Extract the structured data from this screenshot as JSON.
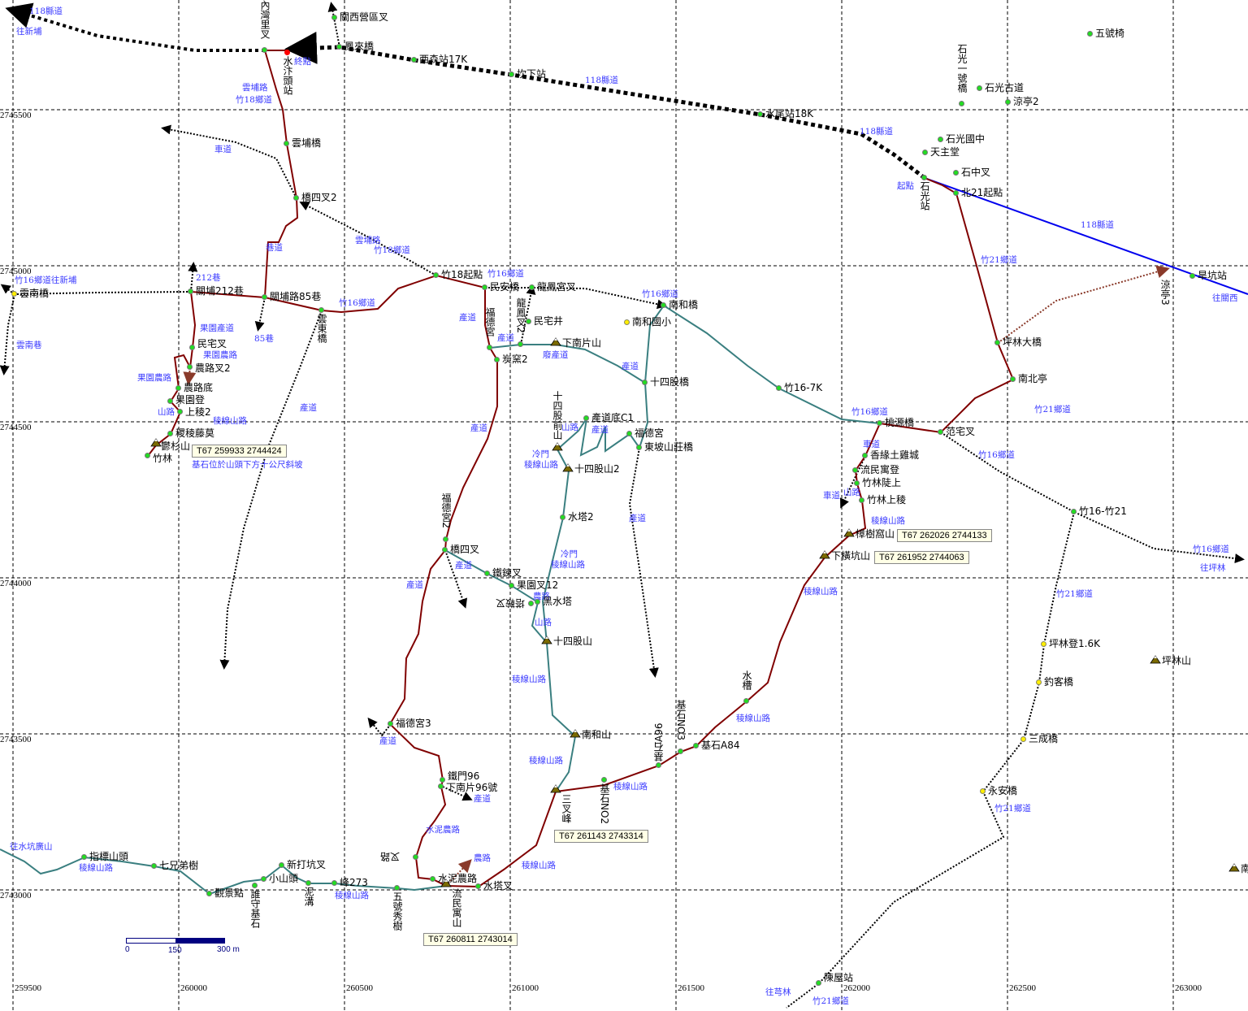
{
  "grid": {
    "x_labels": [
      "259500",
      "260000",
      "260500",
      "261000",
      "261500",
      "262000",
      "262500",
      "263000"
    ],
    "y_labels": [
      "2745500",
      "2745000",
      "2744500",
      "2744000",
      "2743500",
      "2743000"
    ]
  },
  "scale": {
    "zero": "0",
    "mid": "150",
    "max": "300 m"
  },
  "waypoints": [
    "關西營區叉",
    "鳳來橋",
    "西森站17K",
    "坎下站",
    "水尾站18K",
    "五號椅",
    "石光一號橋",
    "石光古道",
    "涼亭2",
    "石光國中",
    "天主堂",
    "石中叉",
    "北21起點",
    "石光站",
    "旱坑站",
    "涼亭3",
    "內灣里叉",
    "水汴頭站",
    "雲埔橋",
    "橋四叉2",
    "竹18起點",
    "民安橋",
    "龍鳳宮叉",
    "雲南橋",
    "關埔212巷",
    "關埔路85巷",
    "雲東橋",
    "民宅叉",
    "農路叉2",
    "農路底",
    "果園登",
    "上稜2",
    "稷稜藤莫",
    "竹林",
    "福德宮",
    "龍鳳叉2",
    "民宅井",
    "炭窯2",
    "南和橋",
    "南和國小",
    "十四股橋",
    "竹16-7K",
    "產道底C1",
    "福德宮",
    "東坡山莊橋",
    "桃源橋",
    "范宅叉",
    "香緣土雞城",
    "流民寓登",
    "竹林陡上",
    "竹林上稜",
    "坪林大橋",
    "南北亭",
    "竹16-竹21",
    "水塔2",
    "福德宮2",
    "橋四叉",
    "鐵鍊叉",
    "果園叉12",
    "坪林登1.6K",
    "釣客橋",
    "三成橋",
    "永安橋",
    "陳屋站",
    "福德宮3",
    "鐵門96",
    "下南片96號",
    "基石A84",
    "基石NO3",
    "基石A96",
    "基石NO2",
    "水槽",
    "黑水塔",
    "塔鞍叉",
    "指標山頭",
    "七兄弟樹",
    "新打坑叉",
    "小山頭",
    "觀景點",
    "峰273",
    "水泥農路",
    "水塔叉",
    "五號秀樹",
    "誰守基石",
    "泥溝",
    "叉路"
  ],
  "peaks": [
    "鬱杉山",
    "下南片山",
    "十四股前山",
    "十四股山2",
    "十四股山",
    "南和山",
    "三叉峰",
    "流民寓山",
    "樟樹窩山",
    "下橫坑山",
    "坪林山",
    "南"
  ],
  "road_labels": [
    "118縣道",
    "往新埔",
    "118縣道",
    "118縣道",
    "118縣道",
    "往關西",
    "終點",
    "起點",
    "雲埔路",
    "竹18鄉道",
    "車道",
    "巷道",
    "雲埔路",
    "竹18鄉道",
    "212巷",
    "竹16鄉道往新埔",
    "竹16鄉道",
    "竹16鄉道",
    "竹21鄉道",
    "竹16鄉道",
    "雲南巷",
    "果園產道",
    "85巷",
    "果園農路",
    "果園農路",
    "產道",
    "產道",
    "廢產道",
    "產道",
    "產道",
    "山路",
    "稜線山路",
    "基石位於山頭下方十公尺斜坡",
    "產道",
    "山路",
    "產道",
    "冷門",
    "稜線山路",
    "竹16鄉道",
    "竹21鄉道",
    "車道",
    "竹16鄉道",
    "車道",
    "山路",
    "稜線山路",
    "產道",
    "冷門",
    "稜線山路",
    "產道",
    "產道",
    "農路",
    "山路",
    "稜線山路",
    "竹16鄉道",
    "往坪林",
    "竹21鄉道",
    "稜線山路",
    "稜線山路",
    "產道",
    "稜線山路",
    "稜線山路",
    "產道",
    "竹21鄉道",
    "水泥農路",
    "農路",
    "稜線山路",
    "往水坑廣山",
    "稜線山路",
    "稜線山路",
    "往芎林",
    "竹21鄉道"
  ],
  "coord_boxes": [
    "T67  259933  2744424",
    "T67  262026  2744133",
    "T67  261952  2744063",
    "T67  261143  2743314",
    "T67  260811  2743014"
  ],
  "colors": {
    "route": "#800000",
    "trail": "#3a7f80",
    "road_blue": "#0000ee",
    "label_blue": "#3a3aff",
    "grid": "#000000",
    "peak": "#7a6a00"
  }
}
